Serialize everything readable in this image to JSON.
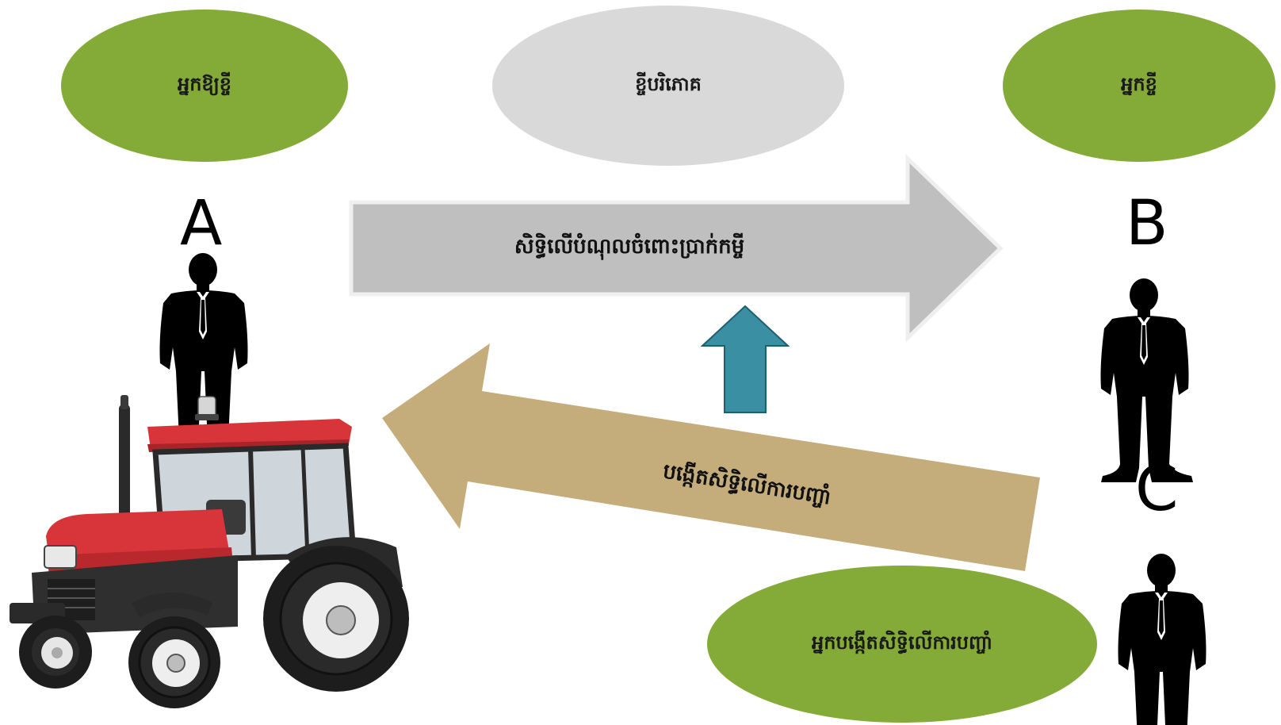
{
  "colors": {
    "green_ellipse": "#84aa37",
    "gray_ellipse": "#d9d9d9",
    "gray_arrow": "#bfbfbf",
    "tan_arrow": "#c4ad7b",
    "teal_arrow": "#3a8fa3",
    "tractor_red": "#d8353a",
    "tractor_dark": "#2a2a2a"
  },
  "ellipses": {
    "lender": "អ្នកឱ្យខ្ចី",
    "consumer_loan": "ខ្ចីបរិភោគ",
    "borrower": "អ្នកខ្ចី",
    "pledge_creator": "អ្នកបង្កើតសិទ្ធិលើការបញ្ចាំ"
  },
  "persons": {
    "a": "A",
    "b": "B",
    "c": "C"
  },
  "arrows": {
    "claim_right": "សិទ្ធិលើបំណុលចំពោះប្រាក់កម្ចី",
    "create_pledge": "បង្កើតសិទ្ធិលើការបញ្ចាំ"
  },
  "icons": {
    "person": "businessman-silhouette-icon",
    "tractor": "tractor-icon",
    "up_arrow": "up-arrow-icon"
  }
}
